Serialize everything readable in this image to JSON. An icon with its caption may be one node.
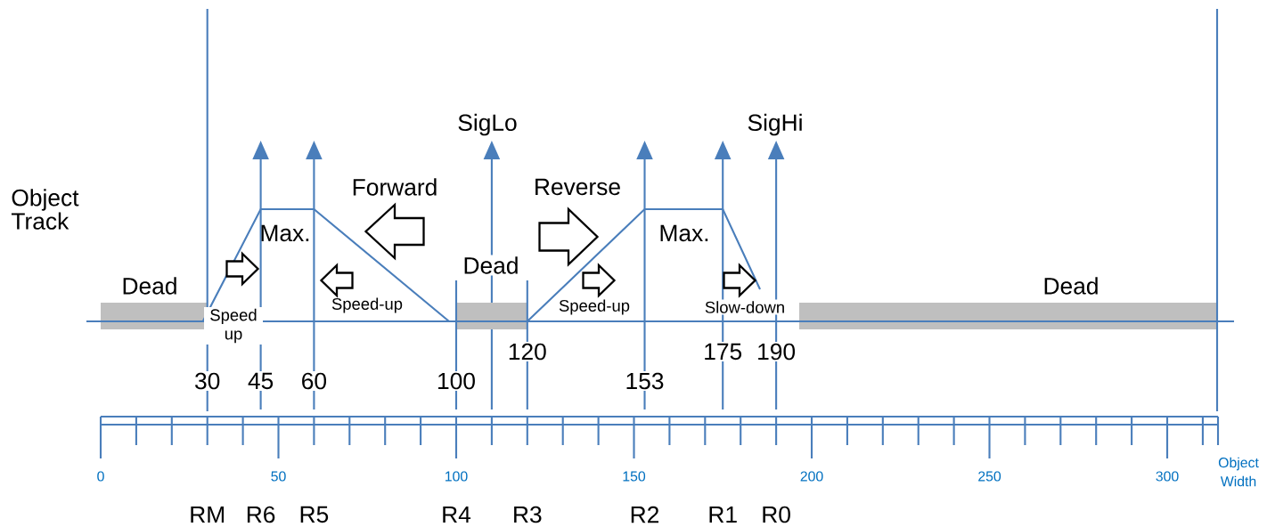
{
  "diagram": {
    "labels": [
      "SigLo",
      "SigHi",
      "Forward",
      "Reverse",
      "Object Track",
      "Max.",
      "Max.",
      "Dead",
      "Dead",
      "Dead",
      "Speed up",
      "Speed-up",
      "Speed-up",
      "Slow-down",
      "120",
      "175",
      "190",
      "30",
      "45",
      "60",
      "100",
      "153",
      "0",
      "50",
      "100",
      "150",
      "200",
      "250",
      "300",
      "Object Width",
      "RM",
      "R6",
      "R5",
      "R4",
      "R3",
      "R2",
      "R1",
      "R0"
    ]
  }
}
